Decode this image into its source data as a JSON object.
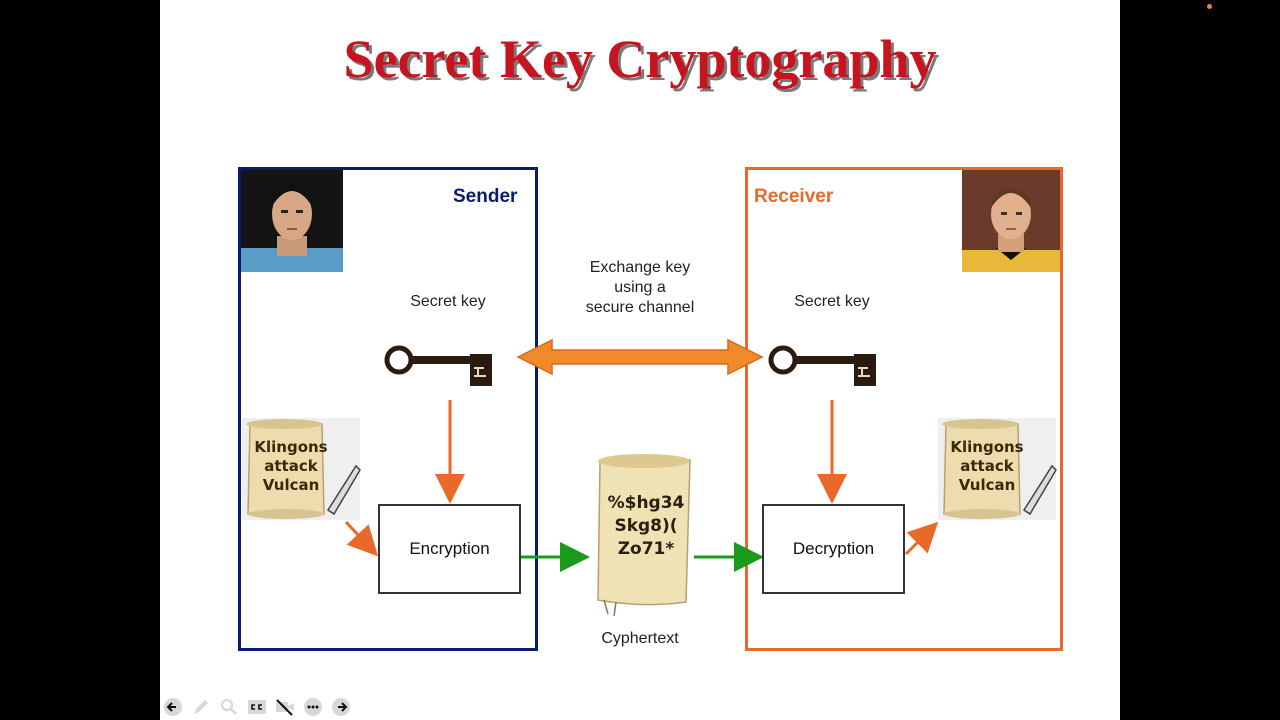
{
  "title": "Secret Key Cryptography",
  "sender": {
    "header": "Sender",
    "key_label": "Secret key",
    "process_label": "Encryption",
    "message": [
      "Klingons",
      "attack",
      "Vulcan"
    ]
  },
  "receiver": {
    "header": "Receiver",
    "key_label": "Secret key",
    "process_label": "Decryption",
    "message": [
      "Klingons",
      "attack",
      "Vulcan"
    ]
  },
  "exchange": {
    "lines": [
      "Exchange key",
      "using a",
      "secure channel"
    ]
  },
  "ciphertext": {
    "label": "Cyphertext",
    "lines": [
      "%$hg34",
      "Skg8)(",
      "Zo71*"
    ]
  },
  "icons": [
    "sender-portrait",
    "receiver-portrait",
    "key-icon",
    "scroll-icon",
    "quill-icon"
  ],
  "toolbar": [
    "back-arrow-icon",
    "pen-icon",
    "zoom-icon",
    "cc-icon",
    "camera-off-icon",
    "more-icon",
    "forward-arrow-icon"
  ],
  "colors": {
    "title": "#c8141e",
    "sender": "#0a1a6e",
    "receiver": "#e8692a",
    "flow": "#1a9a1a",
    "key_arrow": "#e8692a"
  }
}
